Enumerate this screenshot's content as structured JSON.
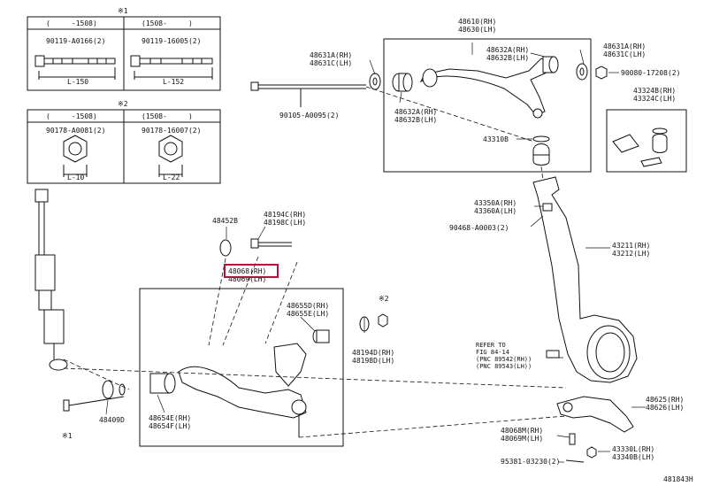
{
  "inset_boxes": {
    "box1": {
      "mark": "※1",
      "col_headers": [
        "(     -1508)",
        "(1508-     )"
      ],
      "parts": [
        "90119-A0166(2)",
        "90119-16005(2)"
      ],
      "dims": [
        "L-150",
        "L-152"
      ]
    },
    "box2": {
      "mark": "※2",
      "col_headers": [
        "(     -1508)",
        "(1508-     )"
      ],
      "parts": [
        "90178-A0081(2)",
        "90178-16007(2)"
      ],
      "dims": [
        "L-10",
        "L-22"
      ]
    }
  },
  "labels": {
    "p48610": "48610(RH)\n48630(LH)",
    "p48631a_left": "48631A(RH)\n48631C(LH)",
    "p48632a": "48632A(RH)\n48632B(LH)",
    "p48631a_right": "48631A(RH)\n48631C(LH)",
    "p90080": "90080-17208(2)",
    "p43324": "43324B(RH)\n43324C(LH)",
    "p90105": "90105-A0095(2)",
    "p48632a_low": "48632A(RH)\n48632B(LH)",
    "p43310": "43310B",
    "p43350": "43350A(RH)\n43360A(LH)",
    "p90468": "90468-A0003(2)",
    "p43211": "43211(RH)\n43212(LH)",
    "p48452": "48452B",
    "p48194c": "48194C(RH)\n48198C(LH)",
    "p48068": "48068(RH)\n48069(LH)",
    "p48655": "48655D(RH)\n48655E(LH)",
    "p48194d": "48194D(RH)\n48198D(LH)",
    "mark2": "※2",
    "refer": "REFER TO\nFIG 84-14\n(PNC 89542(RH))\n(PNC 89543(LH))",
    "p48409": "48409D",
    "p48654": "48654E(RH)\n48654F(LH)",
    "p48625": "48625(RH)\n48626(LH)",
    "p48068m": "48068M(RH)\n48069M(LH)",
    "p43330": "43330L(RH)\n43340B(LH)",
    "p95381": "95381-03230(2)",
    "mark1": "※1",
    "fig_no": "481843H"
  }
}
